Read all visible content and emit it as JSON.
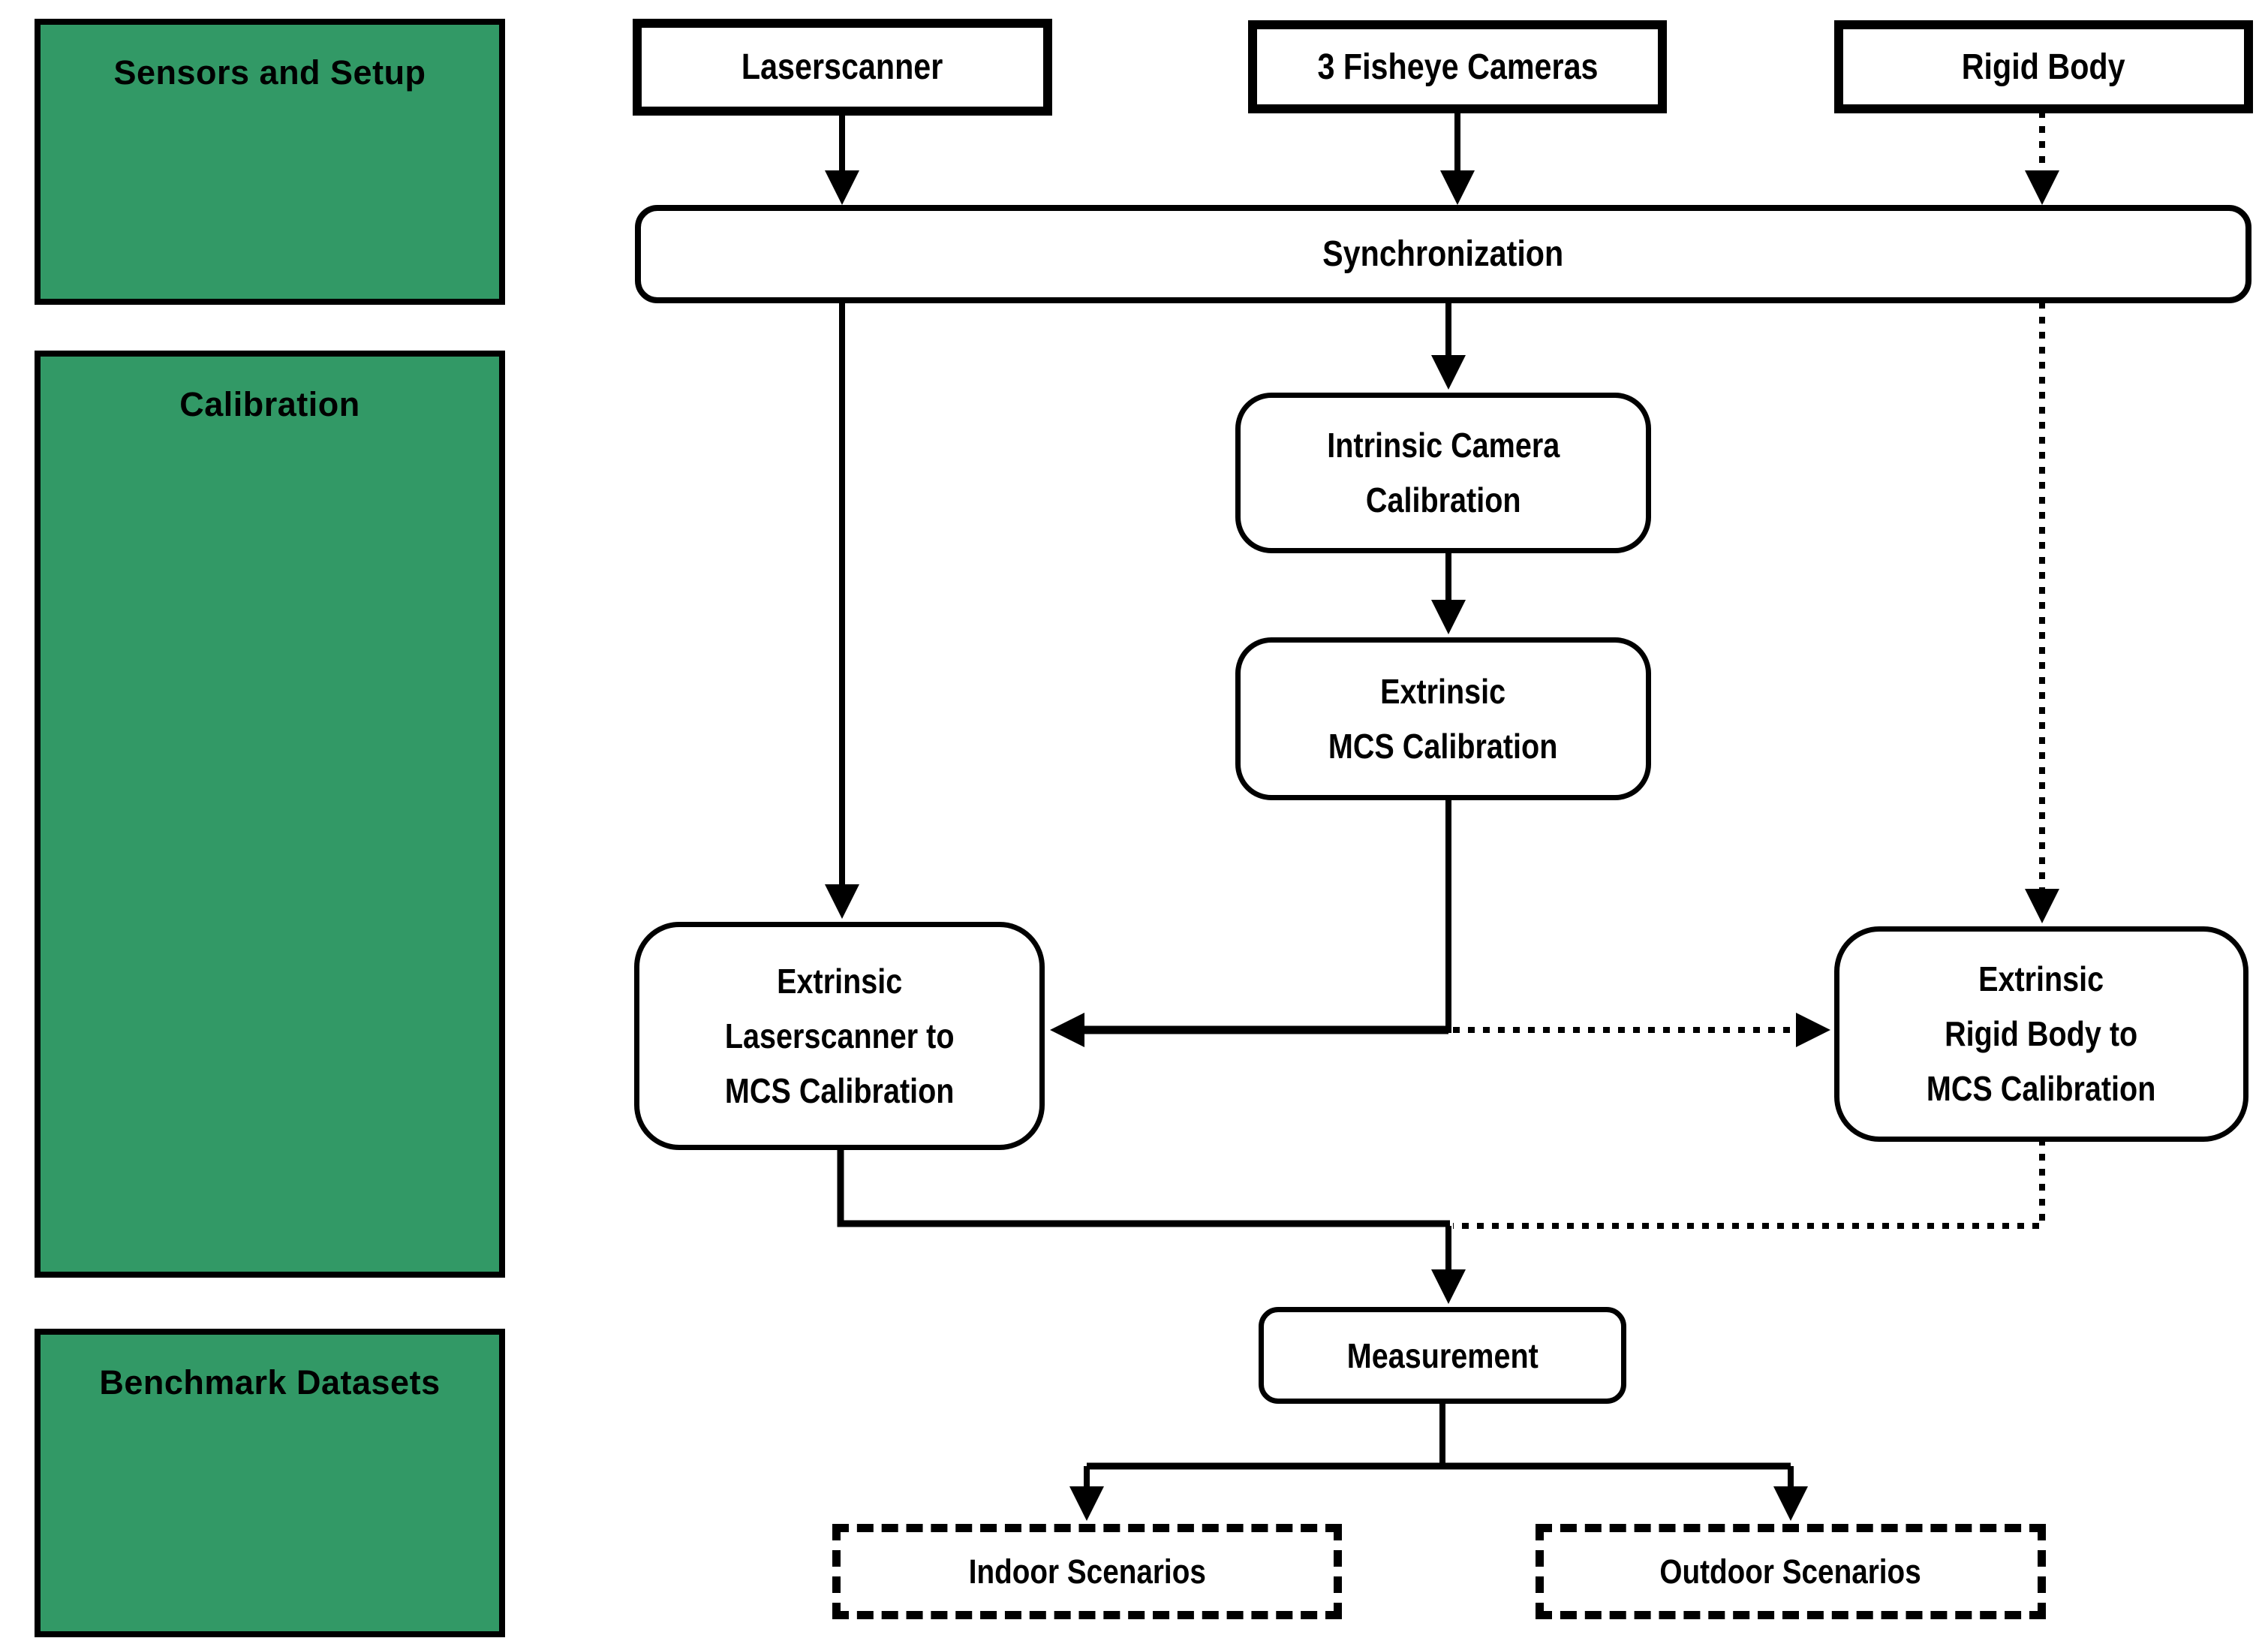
{
  "colors": {
    "panel_green": "#329966",
    "line_color": "#000000",
    "node_bg": "#ffffff"
  },
  "panels": [
    {
      "label": "Sensors and Setup"
    },
    {
      "label": "Calibration"
    },
    {
      "label": "Benchmark Datasets"
    }
  ],
  "nodes": {
    "laserscanner": {
      "label": "Laserscanner"
    },
    "fisheye_cameras": {
      "label": "3 Fisheye Cameras"
    },
    "rigid_body": {
      "label": "Rigid Body"
    },
    "synchronization": {
      "label": "Synchronization"
    },
    "intrinsic_camera_calibration": {
      "line1": "Intrinsic Camera",
      "line2": "Calibration"
    },
    "extrinsic_mcs_calibration": {
      "line1": "Extrinsic",
      "line2": "MCS Calibration"
    },
    "extrinsic_laserscanner_to_mcs": {
      "line1": "Extrinsic",
      "line2": "Laserscanner to",
      "line3": "MCS Calibration"
    },
    "extrinsic_rigid_body_to_mcs": {
      "line1": "Extrinsic",
      "line2": "Rigid Body to",
      "line3": "MCS Calibration"
    },
    "measurement": {
      "label": "Measurement"
    },
    "indoor_scenarios": {
      "label": "Indoor Scenarios"
    },
    "outdoor_scenarios": {
      "label": "Outdoor Scenarios"
    }
  }
}
